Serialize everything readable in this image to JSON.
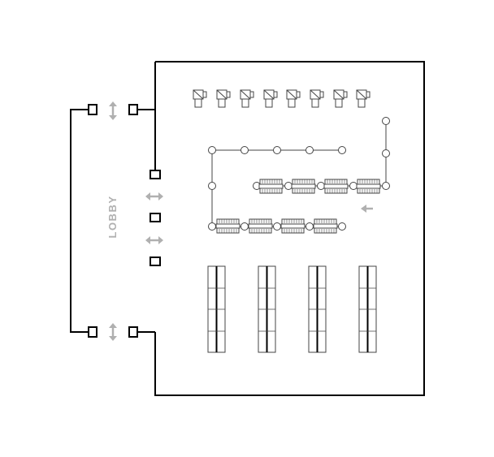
{
  "lobby": {
    "label": "LOBBY",
    "color": "#b0b0b0"
  },
  "colors": {
    "wall": "#000000",
    "fixture": "#444444",
    "arrow": "#b0b0b0"
  },
  "icons": {
    "entry_arrow": "double-arrow-vertical-icon",
    "side_arrow": "double-arrow-horizontal-icon",
    "direction_arrow": "arrow-left-icon"
  },
  "fixtures": {
    "wall_unit_count": 8,
    "rack_rows": 2,
    "racks_per_row": 4,
    "shelf_bays": 4
  }
}
